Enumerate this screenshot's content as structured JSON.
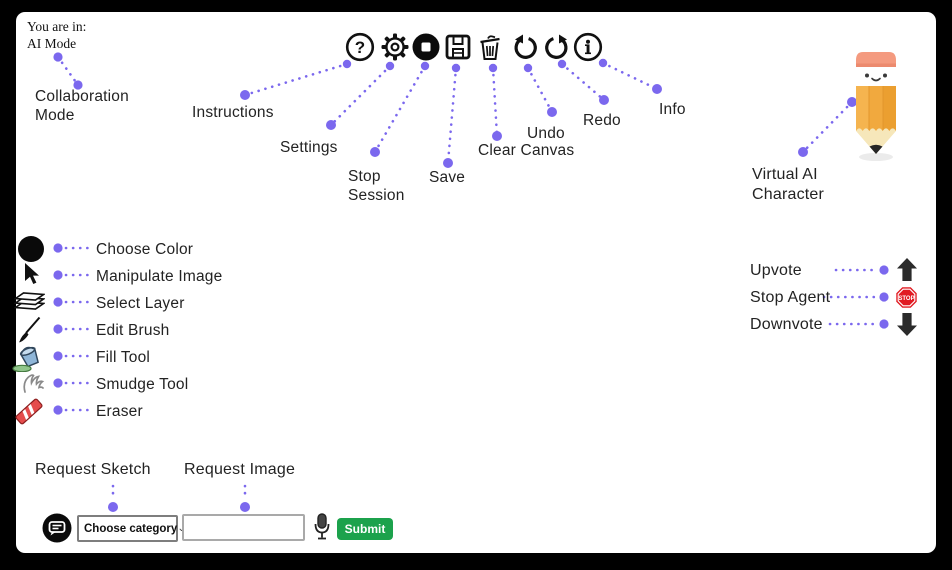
{
  "page": {
    "bg": "#000000",
    "canvas_bg": "#ffffff"
  },
  "colors": {
    "accent_purple": "#7b68ee",
    "label_text": "#232323",
    "submit_green": "#1ca24c",
    "stop_sign_red": "#e11b22",
    "eraser_red": "#e54d4d",
    "pencil_orange": "#f1a93e"
  },
  "mode_indicator": {
    "line1": "You are in:",
    "line2": "AI Mode"
  },
  "annotations": {
    "collaboration_mode": "Collaboration Mode",
    "instructions": "Instructions",
    "settings": "Settings",
    "stop_session": "Stop Session",
    "save": "Save",
    "clear_canvas": "Clear Canvas",
    "undo": "Undo",
    "redo": "Redo",
    "info": "Info",
    "virtual_ai_character": "Virtual AI Character",
    "choose_color": "Choose Color",
    "manipulate_image": "Manipulate Image",
    "select_layer": "Select Layer",
    "edit_brush": "Edit Brush",
    "fill_tool": "Fill Tool",
    "smudge_tool": "Smudge Tool",
    "eraser": "Eraser",
    "upvote": "Upvote",
    "stop_agent": "Stop Agent",
    "downvote": "Downvote",
    "request_sketch": "Request Sketch",
    "request_image": "Request Image"
  },
  "icons": {
    "help_glyph": "?",
    "stop_sign_text": "STOP",
    "select_chevron": "⌄",
    "toolbar": [
      "help-icon",
      "settings-gear-icon",
      "stop-session-icon",
      "save-icon",
      "clear-canvas-trash-icon",
      "undo-icon",
      "redo-icon",
      "info-icon"
    ],
    "tools": [
      "color-swatch-icon",
      "cursor-icon",
      "layers-icon",
      "brush-icon",
      "fill-bucket-icon",
      "smudge-icon",
      "eraser-icon"
    ],
    "feedback": [
      "upvote-arrow-icon",
      "stop-sign-icon",
      "downvote-arrow-icon"
    ],
    "bottom": [
      "chat-icon",
      "mic-icon"
    ]
  },
  "request_bar": {
    "category_select_value": "Choose category",
    "text_input_value": "",
    "submit_label": "Submit"
  }
}
